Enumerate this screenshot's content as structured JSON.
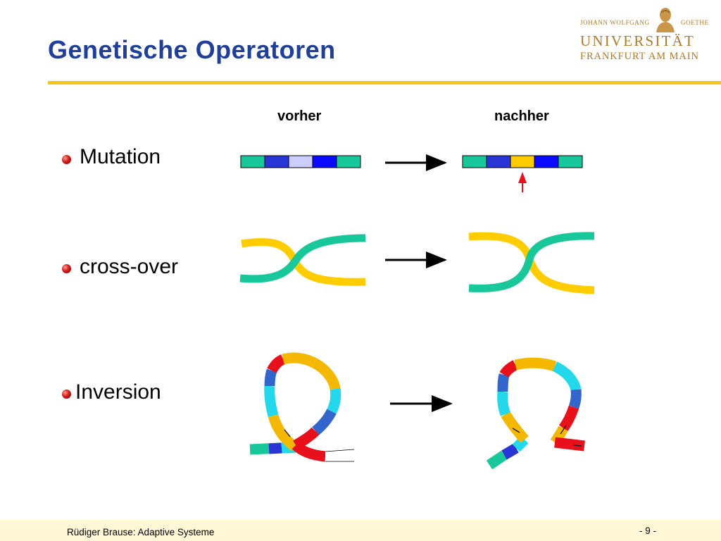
{
  "slide": {
    "title": "Genetische Operatoren",
    "logo": {
      "line1_left": "JOHANN WOLFGANG",
      "line1_right": "GOETHE",
      "line2": "UNIVERSITÄT",
      "line3": "FRANKFURT AM MAIN"
    },
    "columns": {
      "before": "vorher",
      "after": "nachher"
    },
    "operators": [
      {
        "label": "Mutation"
      },
      {
        "label": "cross-over"
      },
      {
        "label": "Inversion"
      }
    ],
    "footer": {
      "author": "Rüdiger Brause: Adaptive Systeme",
      "page": "- 9 -"
    },
    "colors": {
      "title": "#1f3f9a",
      "accent_rule": "#f5c518",
      "teal": "#19c89a",
      "yellow": "#ffcc00",
      "blue": "#2a35d6",
      "pale_blue": "#ccccff",
      "red": "#e8101a",
      "orange": "#f5b800",
      "cyan": "#22d8ea",
      "mid_blue": "#3366cc"
    }
  }
}
